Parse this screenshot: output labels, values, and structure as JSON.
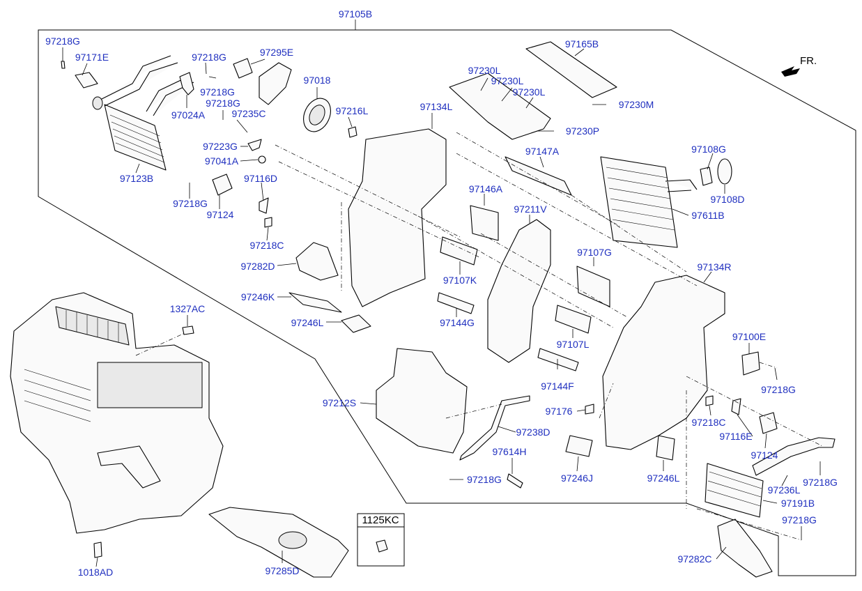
{
  "assembly_label": "97105B",
  "direction_label": "FR.",
  "inset_label": "1125KC",
  "callouts": [
    "97218G",
    "97171E",
    "97218G",
    "97295E",
    "97218G",
    "97024A",
    "97218G",
    "97235C",
    "97018",
    "97216L",
    "97134L",
    "97165B",
    "97230L",
    "97230L",
    "97230L",
    "97230M",
    "97230P",
    "97123B",
    "97223G",
    "97041A",
    "97116D",
    "97218G",
    "97124",
    "97147A",
    "97108G",
    "97108D",
    "97146A",
    "97211V",
    "97611B",
    "97218C",
    "97282D",
    "97107G",
    "97107K",
    "97134R",
    "97246K",
    "97246L",
    "97144G",
    "1327AC",
    "97107L",
    "97100E",
    "97144F",
    "97218G",
    "97212S",
    "97176",
    "97218C",
    "97238D",
    "97116E",
    "97614H",
    "97124",
    "97246J",
    "97246L",
    "97236L",
    "97218G",
    "97218G",
    "97191B",
    "97218G",
    "97282C",
    "97285D",
    "1018AD"
  ]
}
